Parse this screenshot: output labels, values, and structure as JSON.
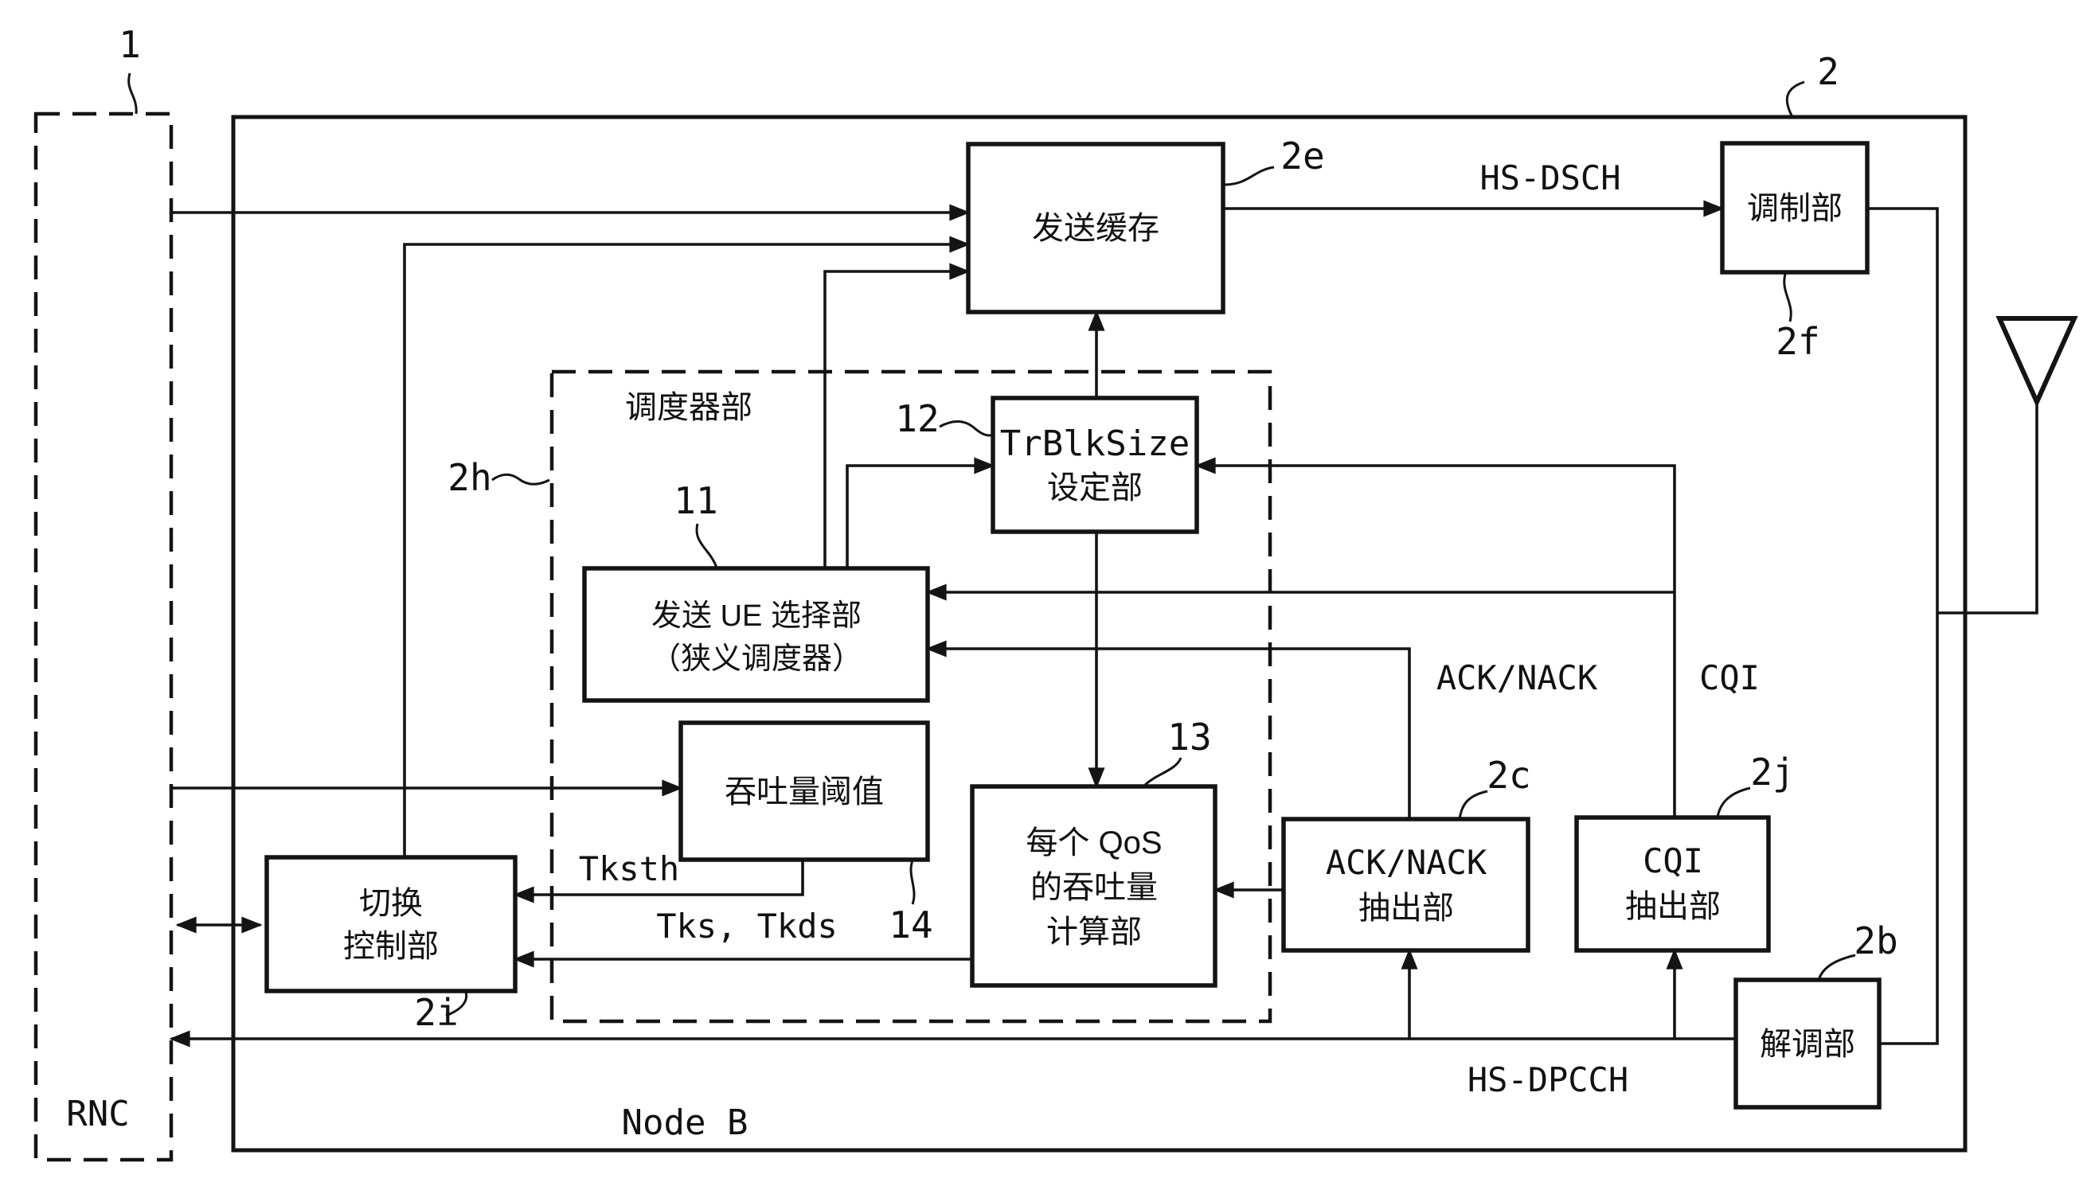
{
  "diagram": {
    "outer": {
      "rnc_label": "RNC",
      "rnc_ref": "1",
      "node_b_label": "Node B",
      "node_b_ref": "2"
    },
    "scheduler": {
      "label": "调度器部",
      "ref": "2h"
    },
    "boxes": {
      "send_buffer": {
        "lines": [
          "发送缓存"
        ],
        "ref": "2e"
      },
      "modulator": {
        "lines": [
          "调制部"
        ],
        "ref": "2f"
      },
      "trblksize": {
        "lines": [
          "TrBlkSize",
          "设定部"
        ],
        "ref": "12"
      },
      "ue_selector": {
        "lines": [
          "发送 UE 选择部",
          "（狭义调度器）"
        ],
        "ref": "11"
      },
      "throughput_threshold": {
        "lines": [
          "吞吐量阈值"
        ],
        "ref": "14"
      },
      "qos_throughput_calc": {
        "lines": [
          "每个 QoS",
          "的吞吐量",
          "计算部"
        ],
        "ref": "13"
      },
      "ack_nack_extractor": {
        "lines": [
          "ACK/NACK",
          "抽出部"
        ],
        "ref": "2c"
      },
      "cqi_extractor": {
        "lines": [
          "CQI",
          "抽出部"
        ],
        "ref": "2j"
      },
      "demodulator": {
        "lines": [
          "解调部"
        ],
        "ref": "2b"
      },
      "handover_control": {
        "lines": [
          "切换",
          "控制部"
        ],
        "ref": "2i"
      }
    },
    "signals": {
      "hs_dsch": "HS-DSCH",
      "hs_dpcch": "HS-DPCCH",
      "ack_nack": "ACK/NACK",
      "cqi": "CQI",
      "tksth": "Tksth",
      "tks_tkds": "Tks, Tkds"
    }
  }
}
